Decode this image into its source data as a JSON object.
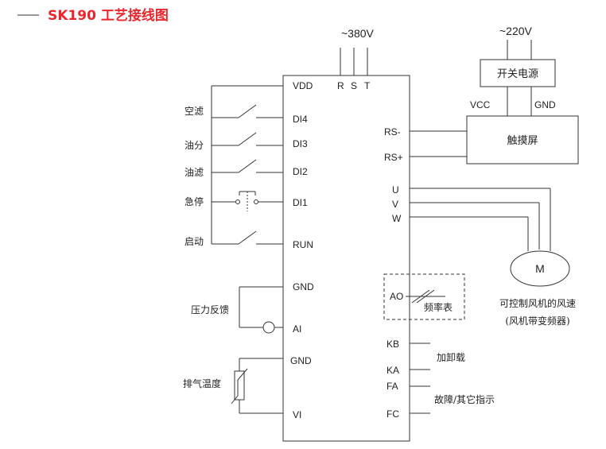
{
  "title": "SK190 工艺接线图",
  "power": {
    "main": "~380V",
    "aux": "~220V",
    "phases": [
      "R",
      "S",
      "T"
    ]
  },
  "switch_power": "开关电源",
  "touchscreen": {
    "label": "触摸屏",
    "vcc": "VCC",
    "gnd": "GND"
  },
  "inverter_left_terminals": [
    "VDD",
    "DI4",
    "DI3",
    "DI2",
    "DI1",
    "RUN",
    "GND",
    "AI",
    "GND",
    "VI"
  ],
  "inverter_right_terminals": [
    "RS-",
    "RS+",
    "U",
    "V",
    "W",
    "AO",
    "KB",
    "KA",
    "FA",
    "FC"
  ],
  "inputs": [
    "空滤",
    "油分",
    "油滤",
    "急停",
    "启动",
    "压力反馈",
    "排气温度"
  ],
  "ao_meter": "频率表",
  "motor": "M",
  "fan_caption": [
    "可控制风机的风速",
    "(风机带变频器)"
  ],
  "relay_outputs": [
    "加卸载",
    "故障/其它指示"
  ]
}
